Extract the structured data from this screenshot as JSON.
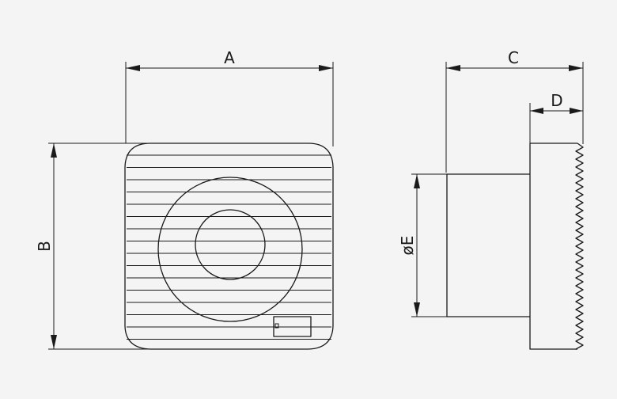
{
  "labels": {
    "width": "A",
    "height": "B",
    "depth": "C",
    "flange_depth": "D",
    "duct_diameter": "øE"
  }
}
